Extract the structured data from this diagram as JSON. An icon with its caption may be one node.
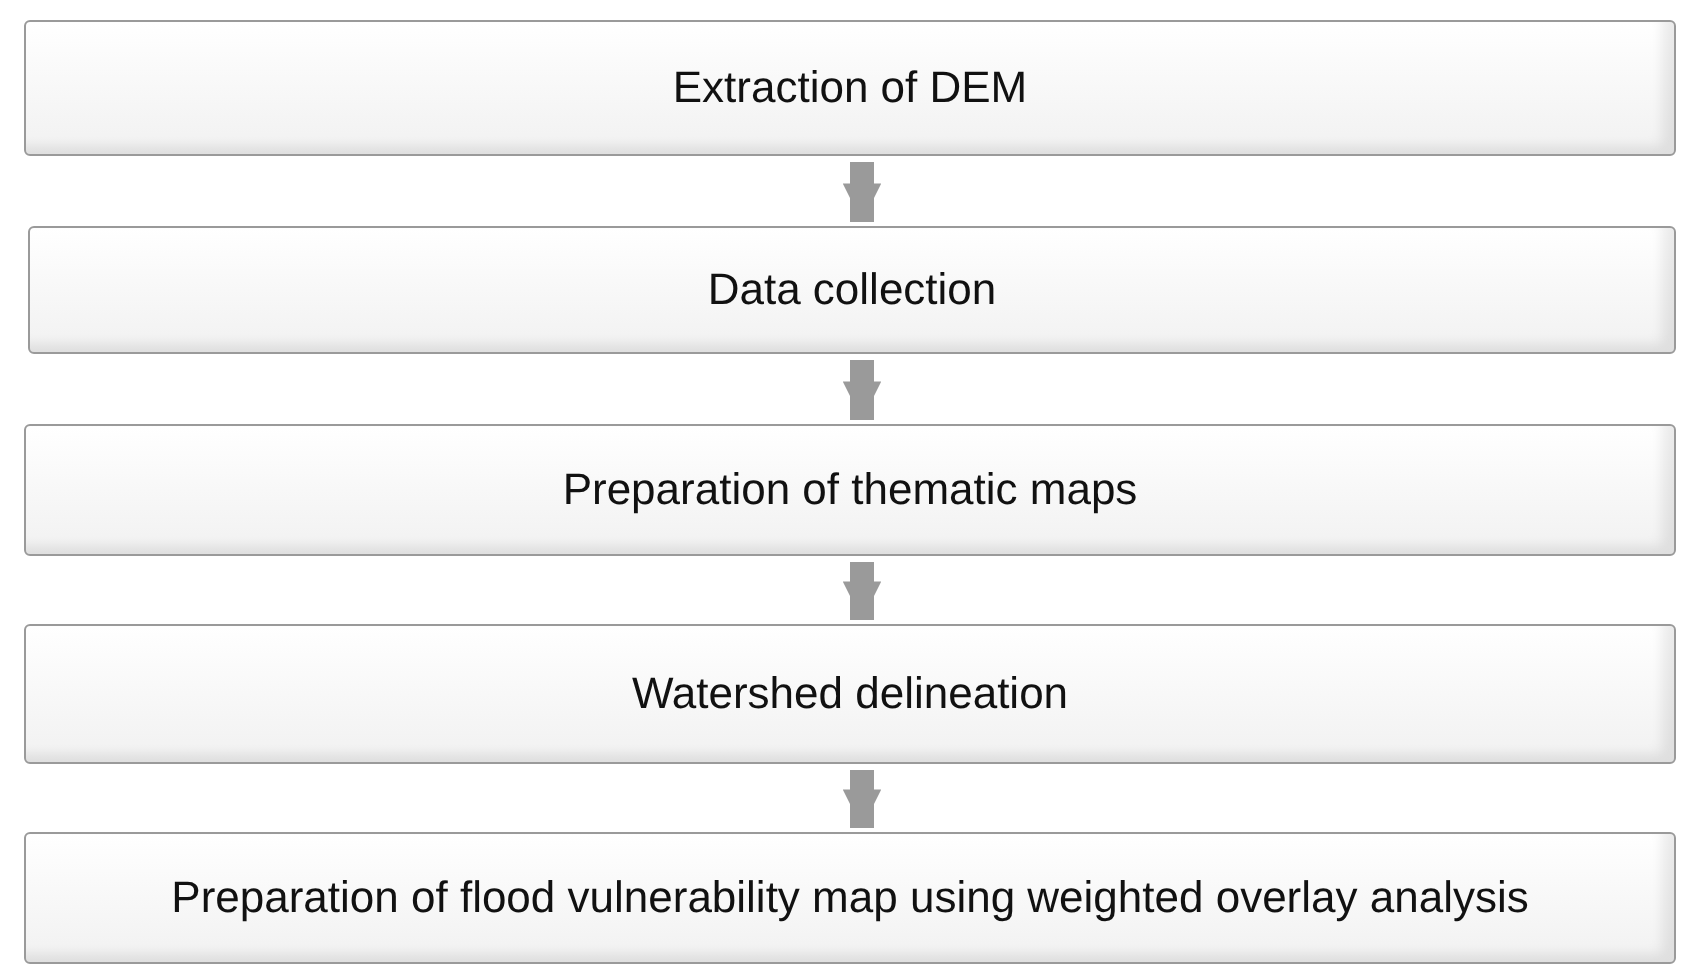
{
  "diagram": {
    "nodes": [
      {
        "text": [
          "Extraction of DEM"
        ]
      },
      {
        "text": [
          "Data collection"
        ]
      },
      {
        "text": [
          "Preparation of thematic maps"
        ]
      },
      {
        "text": [
          "Watershed delineation"
        ]
      },
      {
        "text": [
          "Preparation of flood vulnerability map using weighted overlay analysis"
        ]
      }
    ],
    "edges": [
      {
        "from": 0,
        "to": 1,
        "arrow": "to"
      },
      {
        "from": 1,
        "to": 2,
        "arrow": "to"
      },
      {
        "from": 2,
        "to": 3,
        "arrow": "to"
      },
      {
        "from": 3,
        "to": 4,
        "arrow": "to"
      }
    ]
  }
}
